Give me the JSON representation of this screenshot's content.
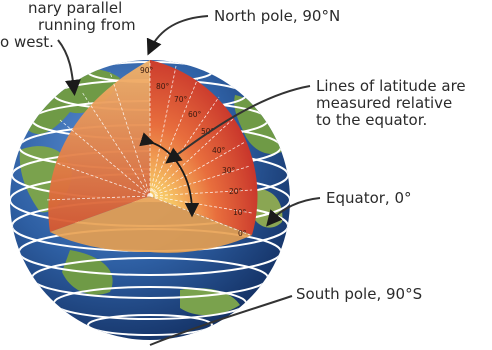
{
  "labels": {
    "parallel_line1": "nary parallel",
    "parallel_line2": "running from",
    "parallel_line3": "o west.",
    "north_pole": "North pole, 90°N",
    "latitude_note": "Lines of latitude are\nmeasured relative\nto the equator.",
    "equator": "Equator, 0°",
    "south_pole": "South pole, 90°S"
  },
  "degree_marks": [
    "0°",
    "10°",
    "20°",
    "30°",
    "40°",
    "50°",
    "60°",
    "70°",
    "80°",
    "90°"
  ],
  "colors": {
    "ocean": "#2e5fa3",
    "land": "#6f9a46",
    "core_cut": "#e0542f",
    "latitude_line": "#ffffff",
    "pointer": "#333333"
  }
}
